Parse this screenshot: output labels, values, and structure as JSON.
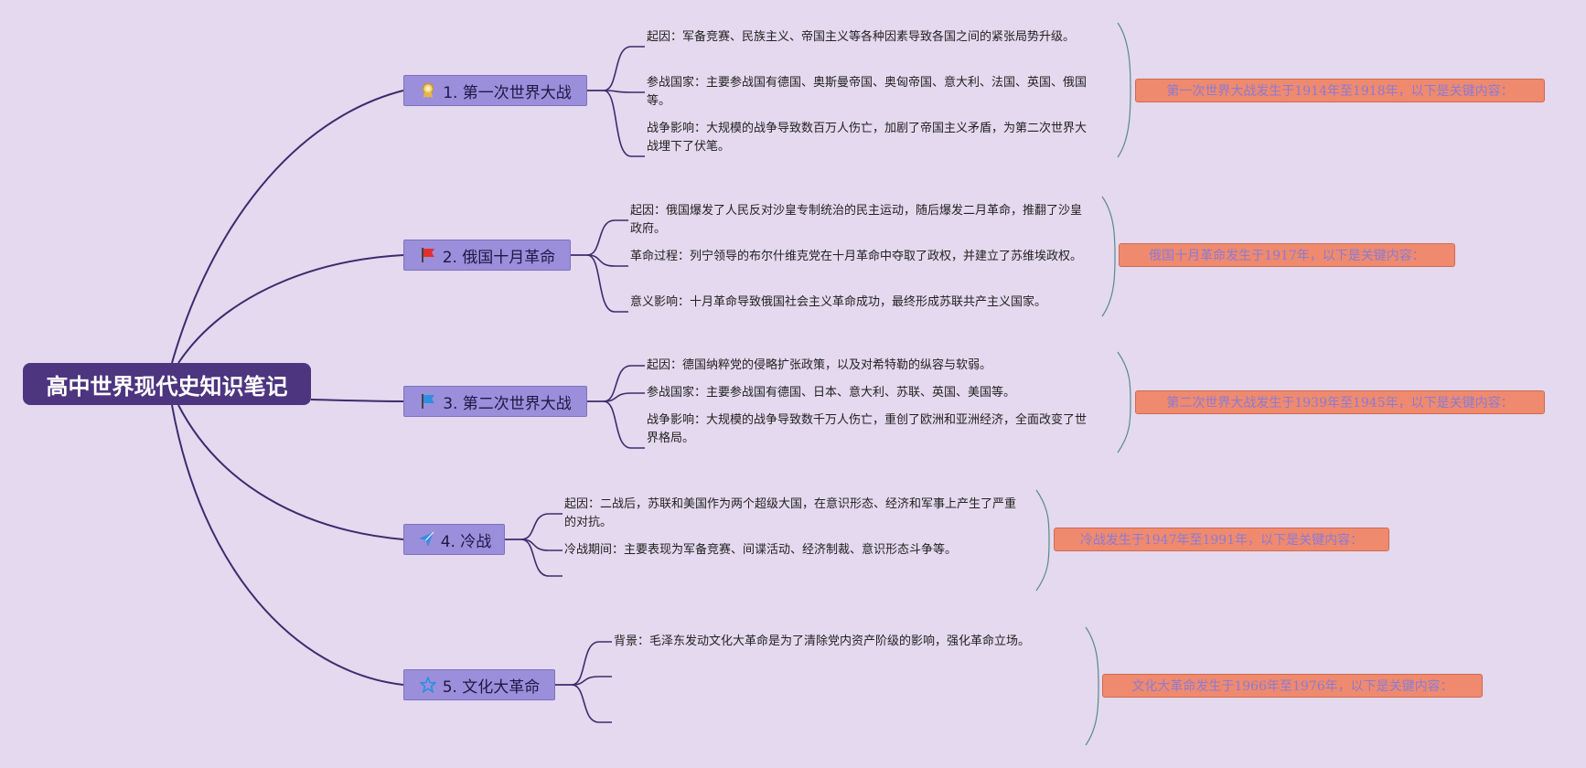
{
  "root": {
    "title": "高中世界现代史知识笔记"
  },
  "colors": {
    "background": "#e4d9ee",
    "root": "#4d3580",
    "topic": "#9b8fdb",
    "summary": "#f08a6e",
    "edge": "#3e2a6e",
    "bracket": "#5a8a8a"
  },
  "topics": [
    {
      "label": "1. 第一次世界大战",
      "icon": "medal-icon",
      "leaves": [
        "起因：军备竞赛、民族主义、帝国主义等各种因素导致各国之间的紧张局势升级。",
        "参战国家：主要参战国有德国、奥斯曼帝国、奥匈帝国、意大利、法国、英国、俄国等。",
        "战争影响：大规模的战争导致数百万人伤亡，加剧了帝国主义矛盾，为第二次世界大战埋下了伏笔。"
      ],
      "summary": "第一次世界大战发生于1914年至1918年，以下是关键内容："
    },
    {
      "label": "2. 俄国十月革命",
      "icon": "red-flag-icon",
      "leaves": [
        "起因：俄国爆发了人民反对沙皇专制统治的民主运动，随后爆发二月革命，推翻了沙皇政府。",
        "革命过程：列宁领导的布尔什维克党在十月革命中夺取了政权，并建立了苏维埃政权。",
        "意义影响：十月革命导致俄国社会主义革命成功，最终形成苏联共产主义国家。"
      ],
      "summary": "俄国十月革命发生于1917年，以下是关键内容："
    },
    {
      "label": "3. 第二次世界大战",
      "icon": "blue-flag-icon",
      "leaves": [
        "起因：德国纳粹党的侵略扩张政策，以及对希特勒的纵容与软弱。",
        "参战国家：主要参战国有德国、日本、意大利、苏联、英国、美国等。",
        "战争影响：大规模的战争导致数千万人伤亡，重创了欧洲和亚洲经济，全面改变了世界格局。"
      ],
      "summary": "第二次世界大战发生于1939年至1945年，以下是关键内容："
    },
    {
      "label": "4. 冷战",
      "icon": "paper-plane-icon",
      "leaves": [
        "起因：二战后，苏联和美国作为两个超级大国，在意识形态、经济和军事上产生了严重的对抗。",
        "冷战期间：主要表现为军备竞赛、间谍活动、经济制裁、意识形态斗争等。",
        ""
      ],
      "summary": "冷战发生于1947年至1991年，以下是关键内容："
    },
    {
      "label": "5. 文化大革命",
      "icon": "star-icon",
      "leaves": [
        "背景：毛泽东发动文化大革命是为了清除党内资产阶级的影响，强化革命立场。",
        "",
        ""
      ],
      "summary": "文化大革命发生于1966年至1976年，以下是关键内容："
    }
  ]
}
